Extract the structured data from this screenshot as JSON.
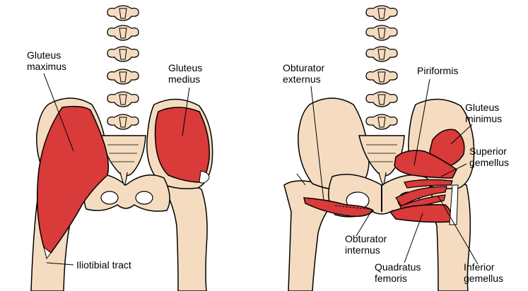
{
  "colors": {
    "bone": "#f5dcc0",
    "muscle": "#d93a3a",
    "outline": "#000000",
    "background": "#ffffff"
  },
  "left_view": {
    "labels": {
      "gluteus_maximus": {
        "line1": "Gluteus",
        "line2": "maximus"
      },
      "gluteus_medius": {
        "line1": "Gluteus",
        "line2": "medius"
      },
      "iliotibial_tract": "Iliotibial tract"
    }
  },
  "right_view": {
    "labels": {
      "obturator_externus": {
        "line1": "Obturator",
        "line2": "externus"
      },
      "piriformis": "Piriformis",
      "gluteus_minimus": {
        "line1": "Gluteus",
        "line2": "minimus"
      },
      "superior_gemellus": {
        "line1": "Superior",
        "line2": "gemellus"
      },
      "obturator_internus": {
        "line1": "Obturator",
        "line2": "internus"
      },
      "quadratus_femoris": {
        "line1": "Quadratus",
        "line2": "femoris"
      },
      "inferior_gemellus": {
        "line1": "Inferior",
        "line2": "gemellus"
      }
    }
  }
}
